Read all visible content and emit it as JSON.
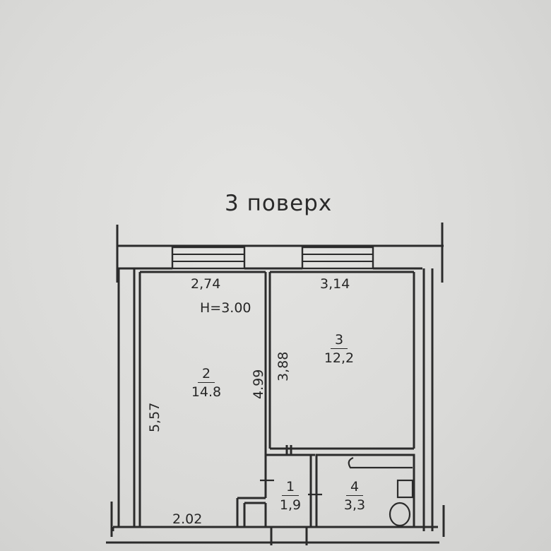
{
  "floor_label": "3 поверх",
  "ceiling_height": "Н=3.00",
  "dimensions": {
    "room2_width": "2,74",
    "room3_width": "3,14",
    "room2_length": "5,57",
    "partition_length": "4.99",
    "room3_length": "3,88",
    "corridor_width": "2.02"
  },
  "rooms": [
    {
      "number": "1",
      "area": "1,9"
    },
    {
      "number": "2",
      "area": "14.8"
    },
    {
      "number": "3",
      "area": "12,2"
    },
    {
      "number": "4",
      "area": "3,3"
    }
  ]
}
